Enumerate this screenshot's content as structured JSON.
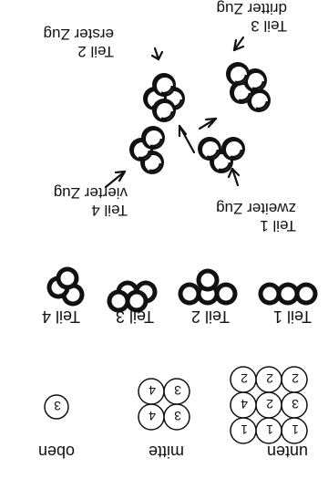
{
  "diagram": {
    "ink_color": "#111111",
    "background": "#ffffff"
  },
  "layers": {
    "unten": "unten",
    "mitte": "mitte",
    "oben": "oben",
    "unten_balls": [
      "1",
      "1",
      "1",
      "3",
      "2",
      "4",
      "2",
      "2",
      "2"
    ],
    "mitte_balls": [
      "3",
      "4",
      "3",
      "4"
    ],
    "oben_balls": [
      "3"
    ]
  },
  "parts": {
    "teil1": "Teil 1",
    "teil2": "Teil 2",
    "teil3": "Teil 3",
    "teil4": "Teil 4"
  },
  "moves": {
    "zug1_label_a": "Teil 1",
    "zug1_label_b": "zweiter Zug",
    "zug2_label_a": "Teil 2",
    "zug2_label_b": "erster Zug",
    "zug3_label_a": "Teil 3",
    "zug3_label_b": "dritter Zug",
    "zug4_label_a": "Teil 4",
    "zug4_label_b": "vierter Zug"
  }
}
